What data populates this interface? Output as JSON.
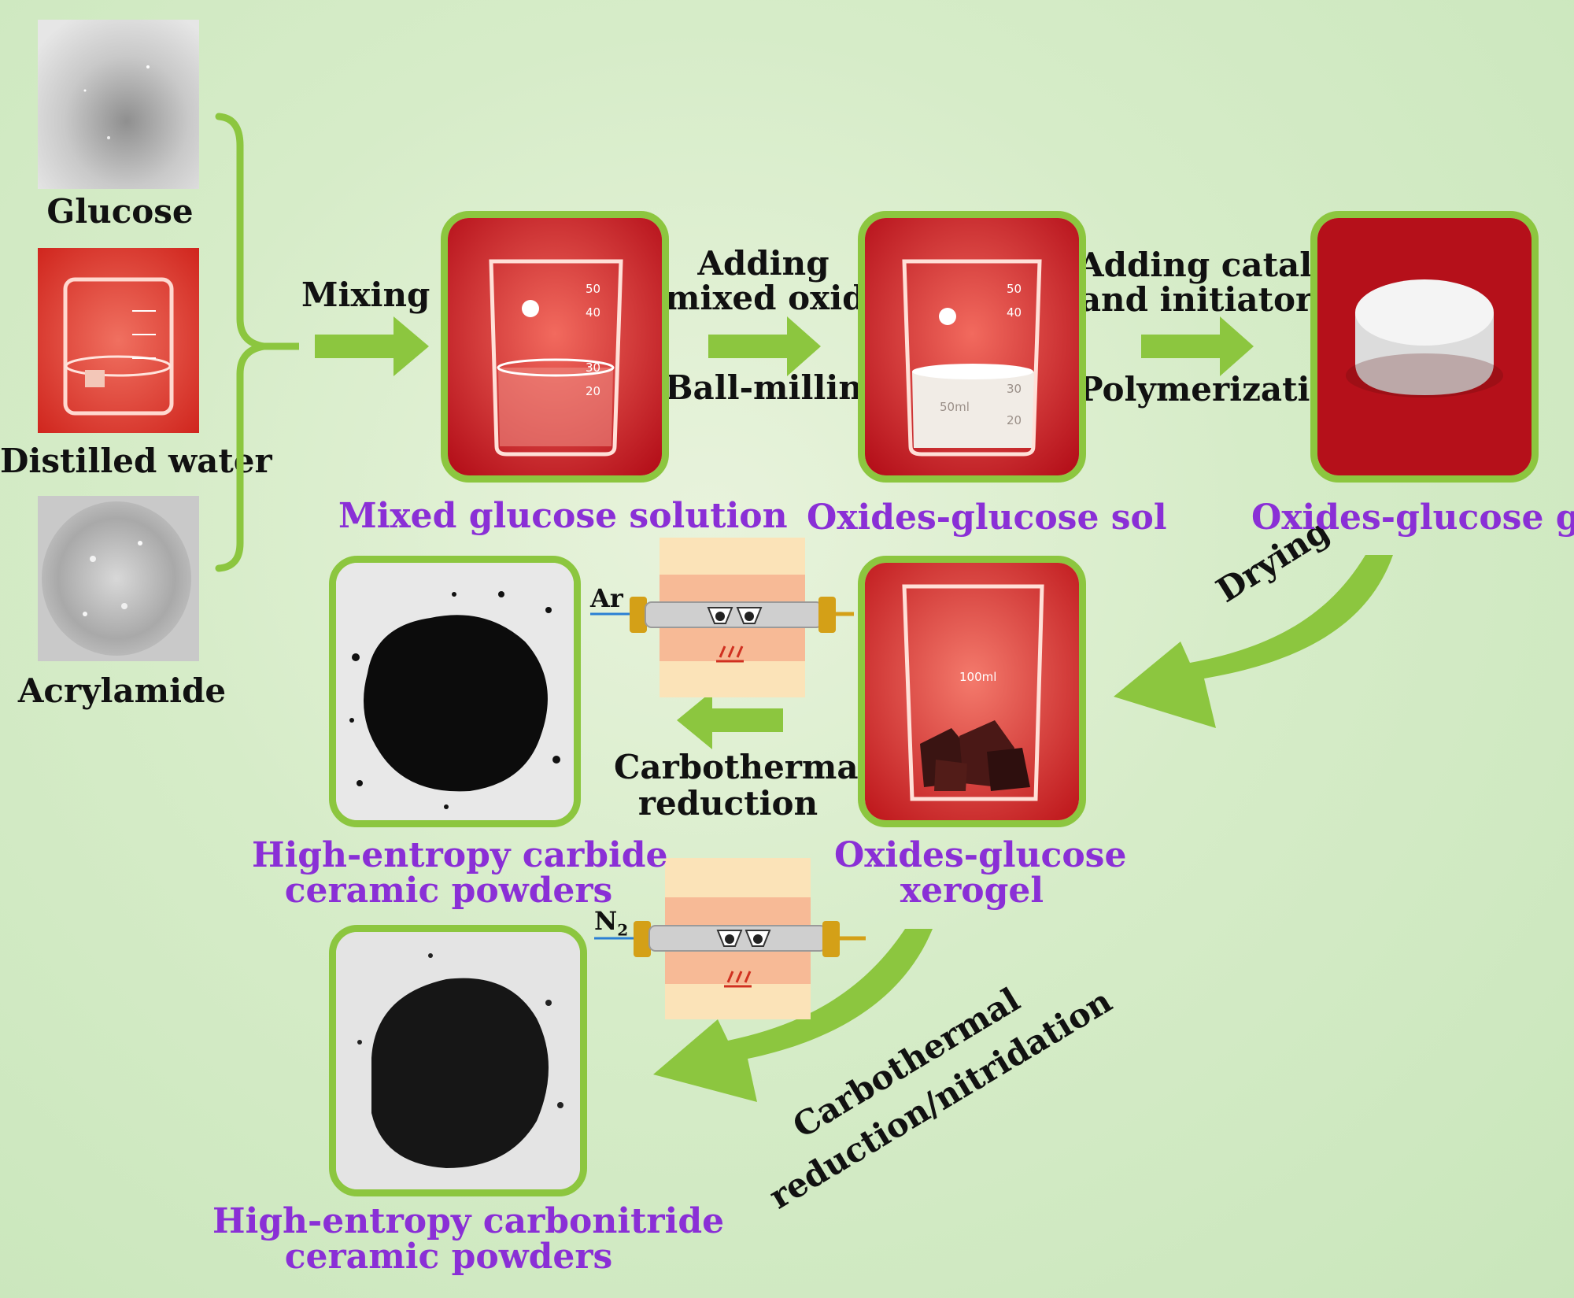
{
  "raw_materials": {
    "glucose": "Glucose",
    "distilled_water": "Distilled water",
    "acrylamide": "Acrylamide"
  },
  "steps": {
    "mixing": "Mixing",
    "adding_oxides_1": "Adding",
    "adding_oxides_2": "mixed oxides",
    "ball_milling": "Ball-milling",
    "catalyst_1": "Adding catalyst",
    "catalyst_2": "and initiator",
    "polymerization": "Polymerization",
    "drying": "Drying",
    "carbothermal_1": "Carbothermal",
    "carbothermal_2": "reduction",
    "nitridation_1": "Carbothermal",
    "nitridation_2": "reduction/nitridation"
  },
  "products": {
    "mixed_solution": "Mixed glucose solution",
    "sol": "Oxides-glucose sol",
    "gel": "Oxides-glucose gel",
    "xerogel_1": "Oxides-glucose",
    "xerogel_2": "xerogel",
    "carbide_1": "High-entropy carbide",
    "carbide_2": "ceramic powders",
    "carbonitride_1": "High-entropy carbonitride",
    "carbonitride_2": "ceramic powders"
  },
  "gases": {
    "argon": "Ar",
    "nitrogen": "N",
    "nitrogen_sub": "2"
  },
  "beaker_marks": {
    "solution": [
      "50",
      "40",
      "30",
      "20"
    ],
    "sol": [
      "50",
      "40",
      "30",
      "20",
      "50ml"
    ],
    "xerogel": [
      "100ml"
    ]
  },
  "colors": {
    "arrow_green": "#8cc63f",
    "frame_green": "#8cc63f",
    "label_purple": "#8a2fd6",
    "photo_red": "#c0121a",
    "furnace_orange": "#f4a07a",
    "tube_gold": "#d4a017"
  }
}
